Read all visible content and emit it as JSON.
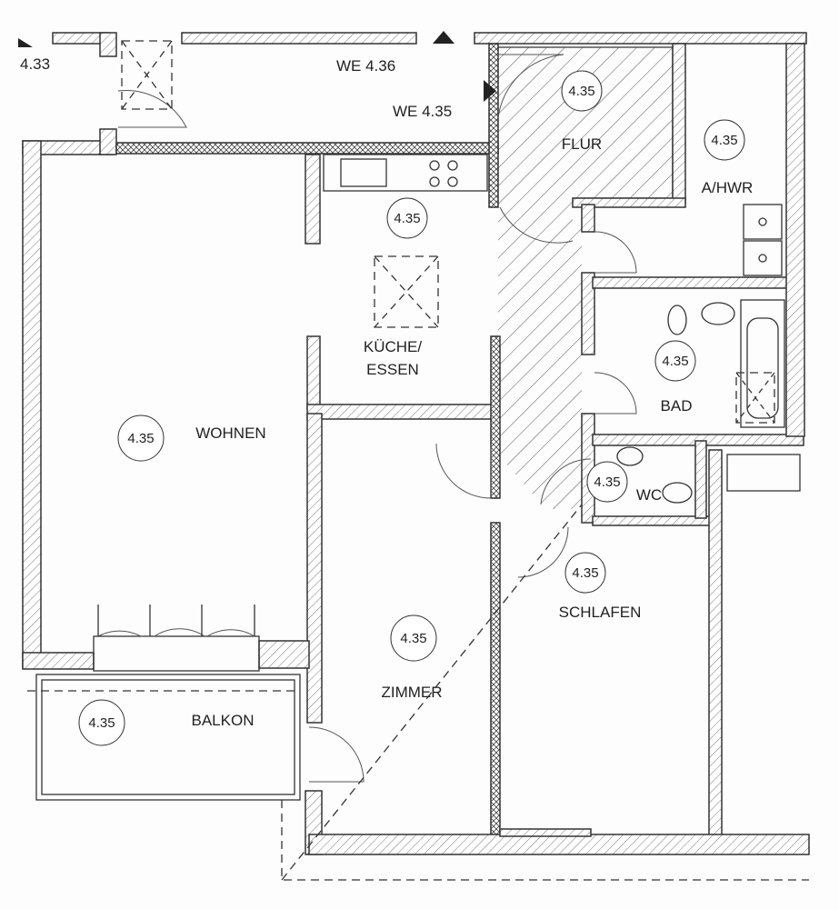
{
  "units": {
    "neighbor_left": "4.33",
    "we_436": "WE 4.36",
    "we_435": "WE 4.35"
  },
  "rooms": [
    {
      "id": "flur",
      "name": "FLUR",
      "number": "4.35"
    },
    {
      "id": "ahwr",
      "name": "A/HWR",
      "number": "4.35"
    },
    {
      "id": "kueche",
      "name": "KÜCHE/",
      "name2": "ESSEN",
      "number": "4.35"
    },
    {
      "id": "bad",
      "name": "BAD",
      "number": "4.35"
    },
    {
      "id": "wohnen",
      "name": "WOHNEN",
      "number": "4.35"
    },
    {
      "id": "wc",
      "name": "WC",
      "number": "4.35"
    },
    {
      "id": "schlafen",
      "name": "SCHLAFEN",
      "number": "4.35"
    },
    {
      "id": "zimmer",
      "name": "ZIMMER",
      "number": "4.35"
    },
    {
      "id": "balkon",
      "name": "BALKON",
      "number": "4.35"
    }
  ]
}
